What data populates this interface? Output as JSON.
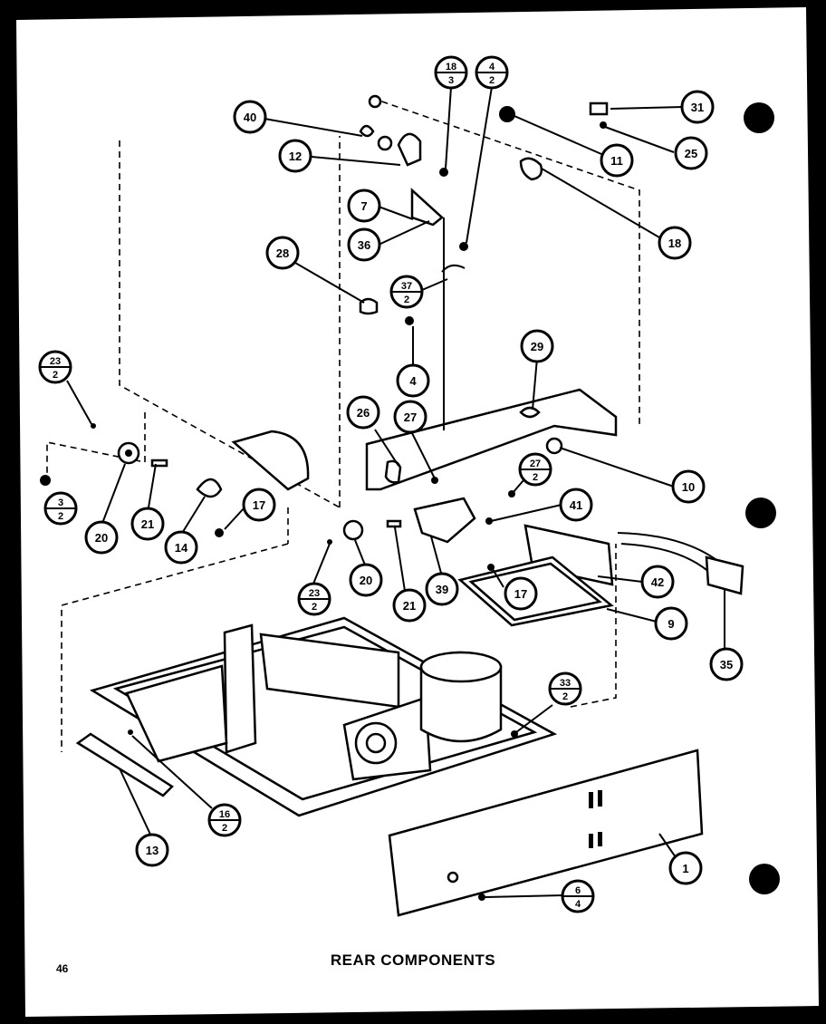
{
  "title": "REAR COMPONENTS",
  "page_number": "46",
  "callouts": [
    {
      "top": "40"
    },
    {
      "top": "12"
    },
    {
      "top": "18",
      "bottom": "3"
    },
    {
      "top": "4",
      "bottom": "2"
    },
    {
      "top": "31"
    },
    {
      "top": "11"
    },
    {
      "top": "25"
    },
    {
      "top": "18"
    },
    {
      "top": "7"
    },
    {
      "top": "36"
    },
    {
      "top": "28"
    },
    {
      "top": "37",
      "bottom": "2"
    },
    {
      "top": "4"
    },
    {
      "top": "29"
    },
    {
      "top": "23",
      "bottom": "2"
    },
    {
      "top": "26"
    },
    {
      "top": "27"
    },
    {
      "top": "27",
      "bottom": "2"
    },
    {
      "top": "10"
    },
    {
      "top": "3",
      "bottom": "2"
    },
    {
      "top": "20"
    },
    {
      "top": "21"
    },
    {
      "top": "14"
    },
    {
      "top": "17"
    },
    {
      "top": "41"
    },
    {
      "top": "20"
    },
    {
      "top": "21"
    },
    {
      "top": "39"
    },
    {
      "top": "23",
      "bottom": "2"
    },
    {
      "top": "17"
    },
    {
      "top": "42"
    },
    {
      "top": "9"
    },
    {
      "top": "35"
    },
    {
      "top": "33",
      "bottom": "2"
    },
    {
      "top": "16",
      "bottom": "2"
    },
    {
      "top": "13"
    },
    {
      "top": "1"
    },
    {
      "top": "6",
      "bottom": "4"
    }
  ]
}
